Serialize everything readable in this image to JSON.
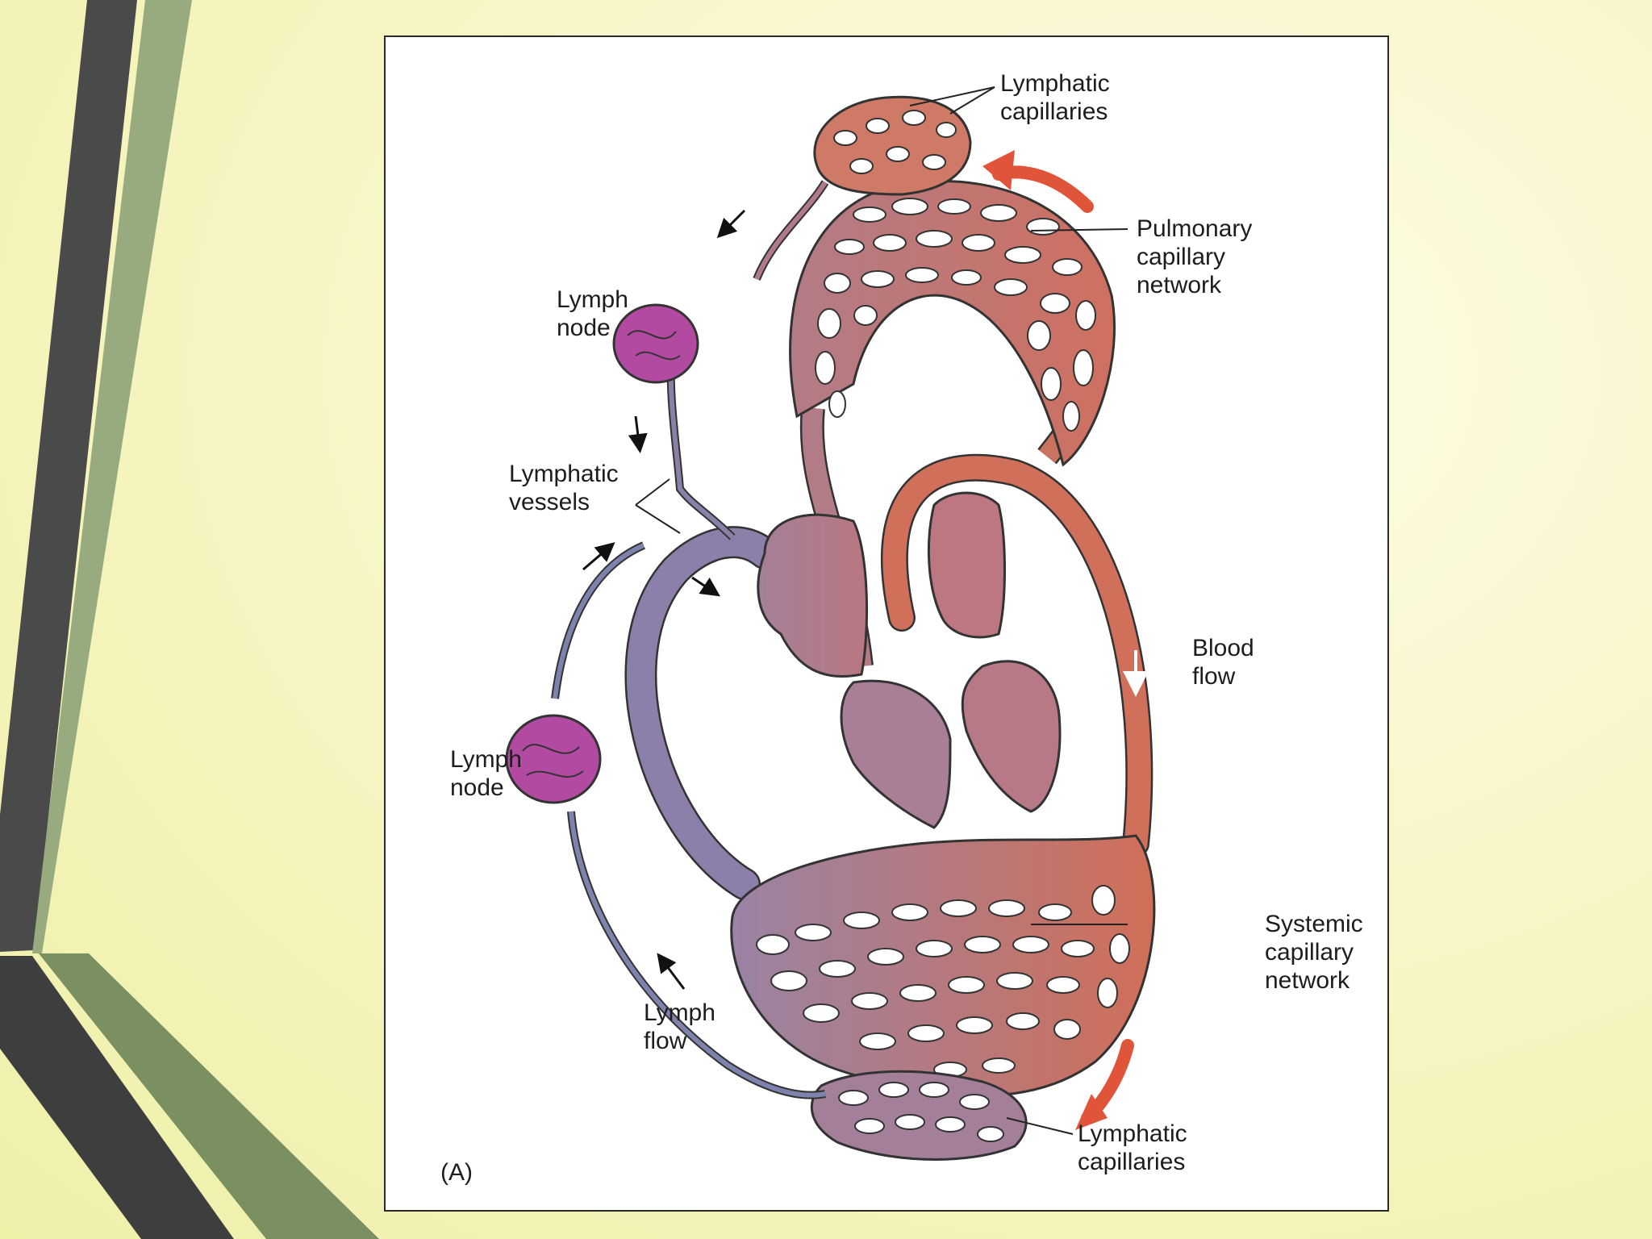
{
  "diagram": {
    "labels": {
      "lymphatic_capillaries_top": "Lymphatic\ncapillaries",
      "pulmonary_network": "Pulmonary\ncapillary\nnetwork",
      "lymph_node_upper": "Lymph\nnode",
      "lymphatic_vessels": "Lymphatic\nvessels",
      "blood_flow": "Blood\nflow",
      "lymph_node_lower": "Lymph\nnode",
      "systemic_network": "Systemic\ncapillary\nnetwork",
      "lymph_flow": "Lymph\nflow",
      "lymphatic_capillaries_bottom": "Lymphatic\ncapillaries",
      "panel": "(A)"
    },
    "colors": {
      "oxygenated": "#c9705c",
      "deoxygenated": "#7f7fa8",
      "lymph_vessel": "#7e83ad",
      "lymph_node": "#b24aa2",
      "flow_arrow": "#e0553a"
    }
  }
}
